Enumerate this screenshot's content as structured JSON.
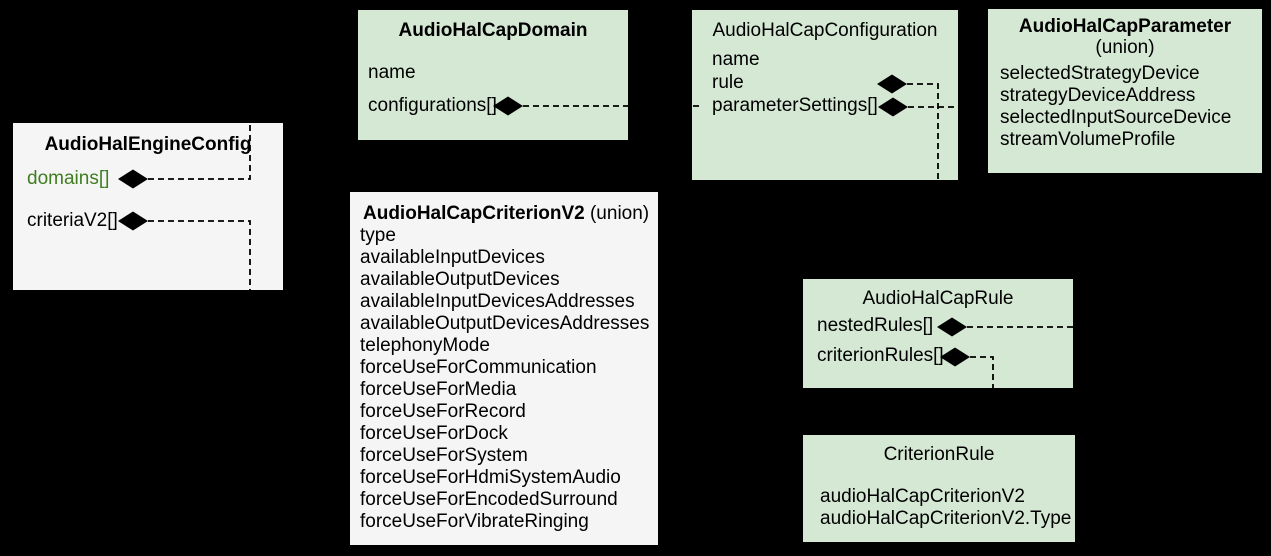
{
  "diagram": {
    "background_color": "#000000",
    "colors": {
      "green_box_fill": "#d5e8d4",
      "gray_box_fill": "#f5f5f5",
      "text_color": "#000000",
      "green_field_text": "#3e7e20",
      "connector_color": "#000000"
    },
    "boxes": {
      "engine_config": {
        "title": "AudioHalEngineConfig",
        "fields": [
          {
            "label": "domains[]"
          },
          {
            "label": "criteriaV2[]"
          }
        ]
      },
      "cap_domain": {
        "title": "AudioHalCapDomain",
        "fields": [
          {
            "label": "name"
          },
          {
            "label": "configurations[]"
          }
        ]
      },
      "cap_configuration": {
        "title": "AudioHalCapConfiguration",
        "fields": [
          {
            "label": "name"
          },
          {
            "label": "rule"
          },
          {
            "label": "parameterSettings[]"
          }
        ]
      },
      "cap_parameter": {
        "title": "AudioHalCapParameter",
        "subtitle": "(union)",
        "fields": [
          {
            "label": "selectedStrategyDevice"
          },
          {
            "label": "strategyDeviceAddress"
          },
          {
            "label": "selectedInputSourceDevice"
          },
          {
            "label": "streamVolumeProfile"
          }
        ]
      },
      "criterion_v2": {
        "title": "AudioHalCapCriterionV2",
        "title_suffix": "(union)",
        "fields": [
          {
            "label": "type"
          },
          {
            "label": "availableInputDevices"
          },
          {
            "label": "availableOutputDevices"
          },
          {
            "label": "availableInputDevicesAddresses"
          },
          {
            "label": "availableOutputDevicesAddresses"
          },
          {
            "label": "telephonyMode"
          },
          {
            "label": "forceUseForCommunication"
          },
          {
            "label": "forceUseForMedia"
          },
          {
            "label": "forceUseForRecord"
          },
          {
            "label": "forceUseForDock"
          },
          {
            "label": "forceUseForSystem"
          },
          {
            "label": "forceUseForHdmiSystemAudio"
          },
          {
            "label": "forceUseForEncodedSurround"
          },
          {
            "label": "forceUseForVibrateRinging"
          }
        ]
      },
      "cap_rule": {
        "title": "AudioHalCapRule",
        "fields": [
          {
            "label": "nestedRules[]"
          },
          {
            "label": "criterionRules[]"
          }
        ]
      },
      "criterion_rule": {
        "title": "CriterionRule",
        "fields": [
          {
            "label": "audioHalCapCriterionV2"
          },
          {
            "label": "audioHalCapCriterionV2.Type"
          }
        ]
      }
    },
    "relationships": [
      {
        "from": "AudioHalEngineConfig",
        "field": "domains[]",
        "to": "AudioHalCapDomain",
        "kind": "aggregation-dashed"
      },
      {
        "from": "AudioHalEngineConfig",
        "field": "criteriaV2[]",
        "to": "AudioHalCapCriterionV2",
        "kind": "aggregation-dashed"
      },
      {
        "from": "AudioHalCapDomain",
        "field": "configurations[]",
        "to": "AudioHalCapConfiguration",
        "kind": "aggregation-dashed"
      },
      {
        "from": "AudioHalCapConfiguration",
        "field": "rule",
        "to": "AudioHalCapRule",
        "kind": "aggregation-dashed"
      },
      {
        "from": "AudioHalCapConfiguration",
        "field": "parameterSettings[]",
        "to": "AudioHalCapParameter",
        "kind": "aggregation-dashed"
      },
      {
        "from": "AudioHalCapRule",
        "field": "nestedRules[]",
        "to": "AudioHalCapRule",
        "kind": "aggregation-dashed"
      },
      {
        "from": "AudioHalCapRule",
        "field": "criterionRules[]",
        "to": "CriterionRule",
        "kind": "aggregation-dashed"
      }
    ]
  }
}
